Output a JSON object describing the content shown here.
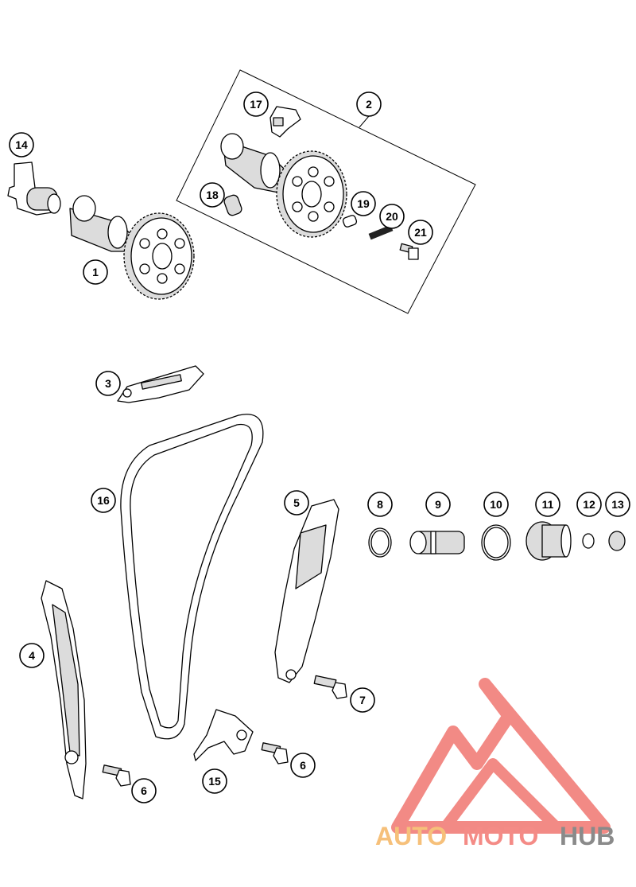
{
  "callouts": [
    "1",
    "2",
    "3",
    "4",
    "5",
    "6",
    "6",
    "7",
    "8",
    "9",
    "10",
    "11",
    "12",
    "13",
    "14",
    "15",
    "16",
    "17",
    "18",
    "19",
    "20",
    "21"
  ],
  "watermark": {
    "part1": "AUTO",
    "part2": "MOTO",
    "part3": "HUB",
    "color_auto": "#f6c07a",
    "color_moto": "#f48b86",
    "color_hub": "#8a8a8a",
    "logo_color": "#f28a85"
  }
}
